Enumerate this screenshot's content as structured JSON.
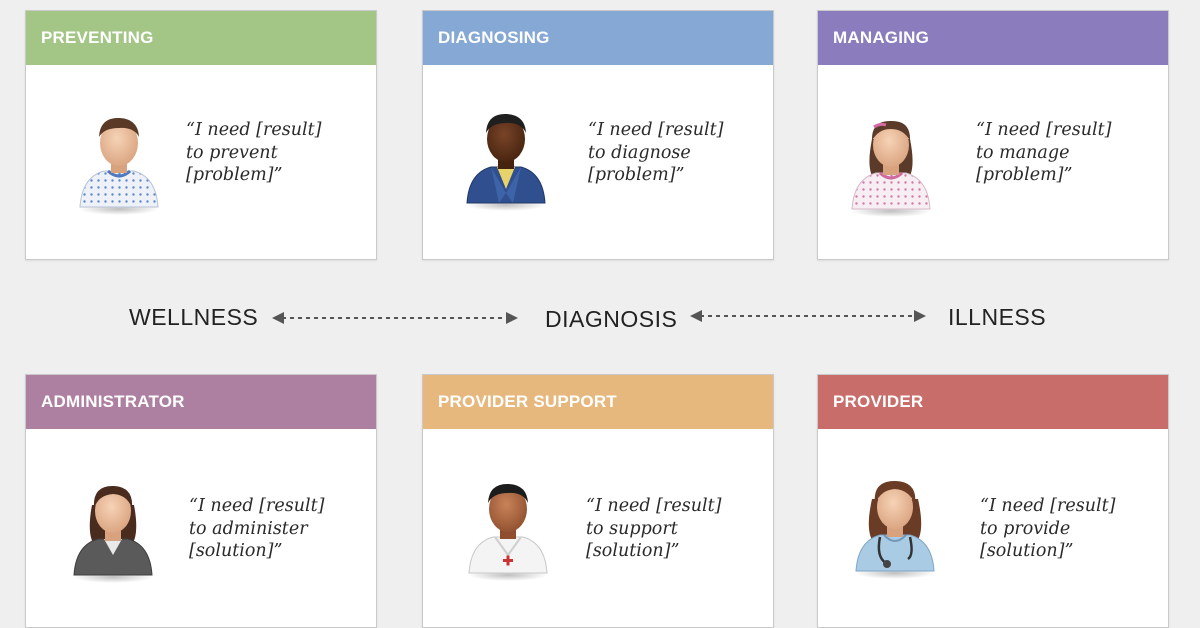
{
  "colors": {
    "preventing": "#a3c585",
    "diagnosing": "#86a8d5",
    "managing": "#8b7dbd",
    "administrator": "#ad7fa1",
    "provider_support": "#e6b87e",
    "provider": "#c96d6a"
  },
  "cards": {
    "preventing": {
      "title": "PREVENTING",
      "line1": "“I need [result]",
      "line2": "to prevent",
      "line3": "[problem]”",
      "icon": "patient-male-icon"
    },
    "diagnosing": {
      "title": "DIAGNOSING",
      "line1": "“I need [result]",
      "line2": "to diagnose",
      "line3": "[problem]”",
      "icon": "person-male-suit-icon"
    },
    "managing": {
      "title": "MANAGING",
      "line1": "“I need [result]",
      "line2": "to manage",
      "line3": "[problem]”",
      "icon": "patient-female-icon"
    },
    "administrator": {
      "title": "ADMINISTRATOR",
      "line1": "“I need [result]",
      "line2": "to administer",
      "line3": "[solution]”",
      "icon": "administrator-female-icon"
    },
    "provider_support": {
      "title": "PROVIDER SUPPORT",
      "line1": "“I need [result]",
      "line2": "to support",
      "line3": "[solution]”",
      "icon": "medic-male-icon"
    },
    "provider": {
      "title": "PROVIDER",
      "line1": "“I need [result]",
      "line2": "to provide",
      "line3": "[solution]”",
      "icon": "doctor-female-icon"
    }
  },
  "spectrum": {
    "left": "WELLNESS",
    "center": "DIAGNOSIS",
    "right": "ILLNESS"
  }
}
